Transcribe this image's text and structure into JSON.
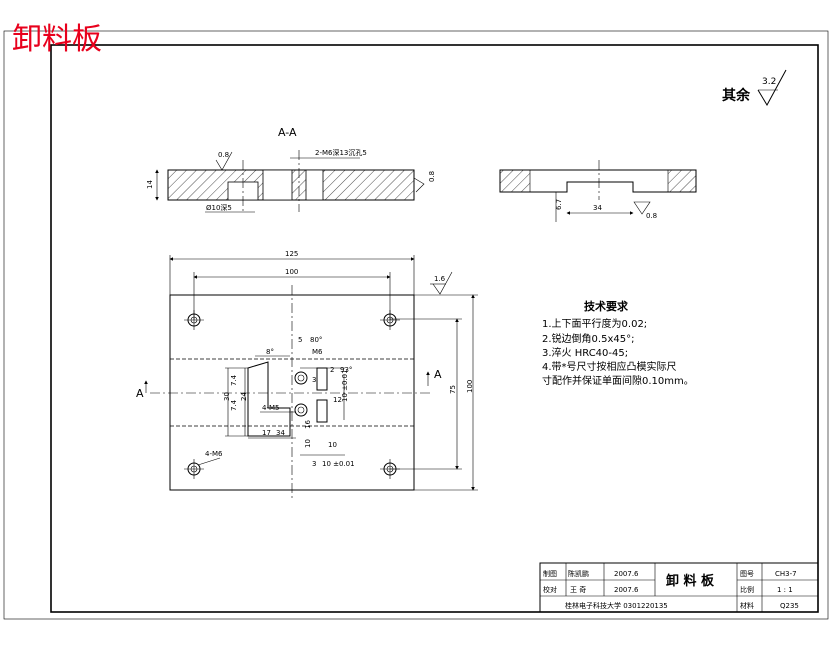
{
  "title": "卸料板",
  "roughness": {
    "other_label": "其余",
    "other_value": "3.2",
    "top_surface": "0.8",
    "right_face": "0.8",
    "section_bottom": "0.8",
    "plan_value": "1.6"
  },
  "section_view": {
    "label": "A-A",
    "height_dim": "14",
    "thread_callout": "2-M6深13沉孔5",
    "thread_depth": "5",
    "hole_callout": "Ø10深5"
  },
  "right_view": {
    "dim_width": "34",
    "dim_height": "6.7"
  },
  "plan_view": {
    "width_total": "125",
    "width_holes": "100",
    "height_total": "100",
    "height_holes": "75",
    "section_mark": "A",
    "screw_callout": "4-M6",
    "dims": {
      "d5": "5",
      "d80": "80°",
      "d8": "8°",
      "dm6": "M6",
      "d2": "2",
      "d93": "93°",
      "d74a": "7.4",
      "d24": "24",
      "d30": "30",
      "d74b": "7.4",
      "d4m5": "4-M5",
      "d17": "17",
      "d34": "34",
      "d10": "10",
      "d16": "16",
      "d10h": "10",
      "d3": "3",
      "d10m": "10 ±0.01",
      "d3b": "3",
      "d10k": "10 ±0.01",
      "d12": "12"
    }
  },
  "tech_requirements": {
    "heading": "技术要求",
    "items": [
      "1.上下面平行度为0.02;",
      "2.锐边倒角0.5x45°;",
      "3.淬火 HRC40-45;",
      "4.带*号尺寸按相应凸模实际尺",
      "寸配作并保证单面间隙0.10mm。"
    ]
  },
  "title_block": {
    "row1": [
      "制图",
      "陈凯鹏",
      "2007.6"
    ],
    "row2": [
      "校对",
      "王 奇",
      "2007.6"
    ],
    "part_name": "卸 料 板",
    "drawing_no_label": "图号",
    "drawing_no": "CH3-7",
    "scale_label": "比例",
    "scale": "1 : 1",
    "material_label": "材料",
    "material": "Q235",
    "school": "桂林电子科技大学 0301220135"
  }
}
